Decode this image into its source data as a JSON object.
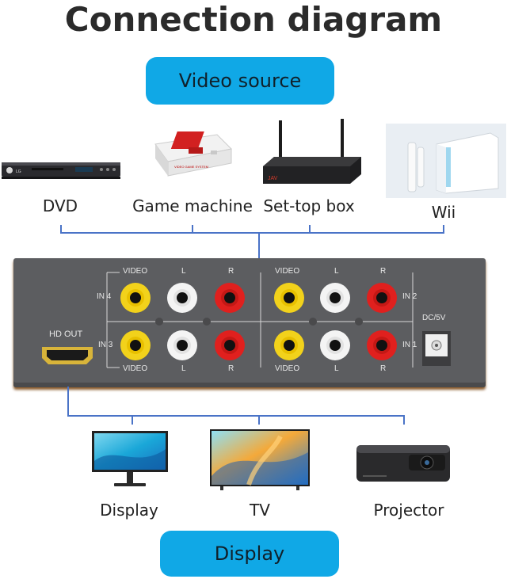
{
  "title": "Connection diagram",
  "sources": {
    "heading": "Video source",
    "devices": [
      {
        "label": "DVD",
        "icon": "dvd-player-icon"
      },
      {
        "label": "Game machine",
        "icon": "game-console-icon"
      },
      {
        "label": "Set-top box",
        "icon": "set-top-box-icon"
      },
      {
        "label": "Wii",
        "icon": "wii-console-icon"
      }
    ],
    "dvd_logo": "LG",
    "game_box_text": "VIDEO GAME SYSTEM",
    "stb_logo": "JAV"
  },
  "panel": {
    "hd_out": "HD OUT",
    "dc": "DC/5V",
    "video": "VIDEO",
    "left": "L",
    "right": "R",
    "inputs": [
      "IN 1",
      "IN 2",
      "IN 3",
      "IN 4"
    ],
    "colors": {
      "video": "#f2d21b",
      "left": "#f4f4f4",
      "right": "#e0201e",
      "body": "#5c5d60"
    }
  },
  "outputs": {
    "heading": "Display",
    "devices": [
      {
        "label": "Display",
        "icon": "monitor-icon"
      },
      {
        "label": "TV",
        "icon": "tv-icon"
      },
      {
        "label": "Projector",
        "icon": "projector-icon"
      }
    ]
  },
  "colors": {
    "accent": "#10a8e6",
    "wire": "#4a73c7"
  }
}
